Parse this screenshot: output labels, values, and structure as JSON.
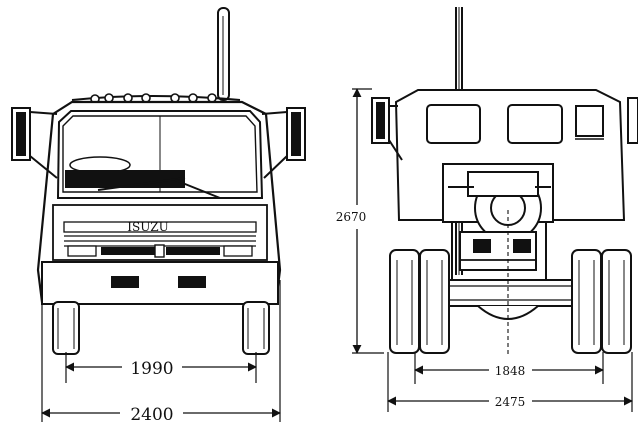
{
  "diagram": {
    "front_view": {
      "track_width": "1990",
      "overall_width": "2400"
    },
    "rear_view": {
      "overall_height": "2670",
      "track_width": "1848",
      "overall_width": "2475"
    },
    "colors": {
      "line": "#111111",
      "background": "#ffffff"
    }
  }
}
